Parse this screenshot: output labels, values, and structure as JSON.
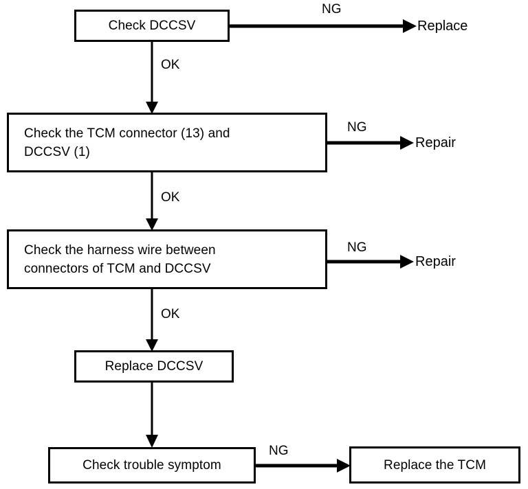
{
  "diagram": {
    "type": "troubleshooting-flowchart",
    "title": "DCCSV diagnostic flow",
    "colors": {
      "line": "#000000",
      "box_fill": "#ffffff",
      "text": "#000000",
      "background": "#ffffff"
    },
    "nodes": [
      {
        "id": "check-dccsv",
        "label": "Check DCCSV",
        "align": "center"
      },
      {
        "id": "check-tcm-connector",
        "label": "Check the TCM connector (13) and\nDCCSV (1)",
        "align": "left"
      },
      {
        "id": "check-harness-wire",
        "label": "Check the harness wire between\nconnectors of TCM and DCCSV",
        "align": "left"
      },
      {
        "id": "replace-dccsv",
        "label": "Replace DCCSV",
        "align": "center"
      },
      {
        "id": "check-trouble-symptom",
        "label": "Check trouble symptom",
        "align": "center"
      },
      {
        "id": "replace-the-tcm",
        "label": "Replace the TCM",
        "align": "center"
      }
    ],
    "terminals": [
      {
        "id": "terminal-replace",
        "label": "Replace"
      },
      {
        "id": "terminal-repair-1",
        "label": "Repair"
      },
      {
        "id": "terminal-repair-2",
        "label": "Repair"
      }
    ],
    "edge_labels": {
      "ng_1": "NG",
      "ok_1": "OK",
      "ng_2": "NG",
      "ok_2": "OK",
      "ng_3": "NG",
      "ok_3": "OK",
      "ng_4": "NG"
    },
    "edges": [
      {
        "from": "check-dccsv",
        "to": "terminal-replace",
        "label": "NG",
        "direction": "right"
      },
      {
        "from": "check-dccsv",
        "to": "check-tcm-connector",
        "label": "OK",
        "direction": "down"
      },
      {
        "from": "check-tcm-connector",
        "to": "terminal-repair-1",
        "label": "NG",
        "direction": "right"
      },
      {
        "from": "check-tcm-connector",
        "to": "check-harness-wire",
        "label": "OK",
        "direction": "down"
      },
      {
        "from": "check-harness-wire",
        "to": "terminal-repair-2",
        "label": "NG",
        "direction": "right"
      },
      {
        "from": "check-harness-wire",
        "to": "replace-dccsv",
        "label": "OK",
        "direction": "down"
      },
      {
        "from": "replace-dccsv",
        "to": "check-trouble-symptom",
        "label": "",
        "direction": "down"
      },
      {
        "from": "check-trouble-symptom",
        "to": "replace-the-tcm",
        "label": "NG",
        "direction": "right"
      }
    ]
  }
}
